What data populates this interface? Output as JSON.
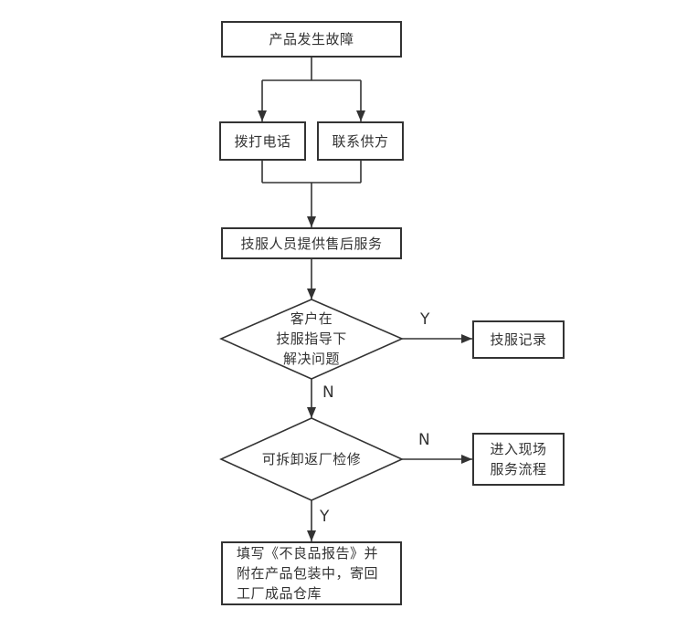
{
  "diagram": {
    "title": "product-failure-after-sales-service-flowchart",
    "colors": {
      "background": "#ffffff",
      "line": "#333333",
      "text": "#333333",
      "node_fill": "#ffffff"
    },
    "nodes": {
      "start": {
        "label": "产品发生故障",
        "shape": "rect"
      },
      "dial_phone": {
        "label": "拨打电话",
        "shape": "rect"
      },
      "contact_supplier": {
        "label": "联系供方",
        "shape": "rect"
      },
      "after_sales_service": {
        "label": "技服人员提供售后服务",
        "shape": "rect"
      },
      "decision_solve_remotely": {
        "label": "客户在\n技服指导下\n解决问题",
        "shape": "diamond"
      },
      "service_record": {
        "label": "技服记录",
        "shape": "rect"
      },
      "decision_return_to_factory": {
        "label": "可拆卸返厂检修",
        "shape": "diamond"
      },
      "onsite_service_process": {
        "label": "进入现场\n服务流程",
        "shape": "rect"
      },
      "defective_report": {
        "label": "填写《不良品报告》并\n附在产品包装中，寄回\n工厂成品仓库",
        "shape": "rect"
      }
    },
    "edge_labels": {
      "solve_yes": "Y",
      "solve_no": "N",
      "return_no": "N",
      "return_yes": "Y"
    }
  }
}
